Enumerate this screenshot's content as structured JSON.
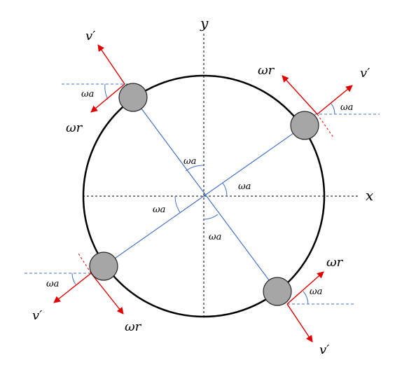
{
  "axes": {
    "x_label": "x",
    "y_label": "y"
  },
  "angle_label": "ωa",
  "velocity_label": "v′",
  "tangential_label": "ωr",
  "colors": {
    "circle": "#000000",
    "spoke": "#4472c4",
    "arrow": "#e00000",
    "arc": "#4472c4",
    "ball_fill": "#a6a6a6",
    "ball_stroke": "#262626",
    "axis": "#000000"
  }
}
